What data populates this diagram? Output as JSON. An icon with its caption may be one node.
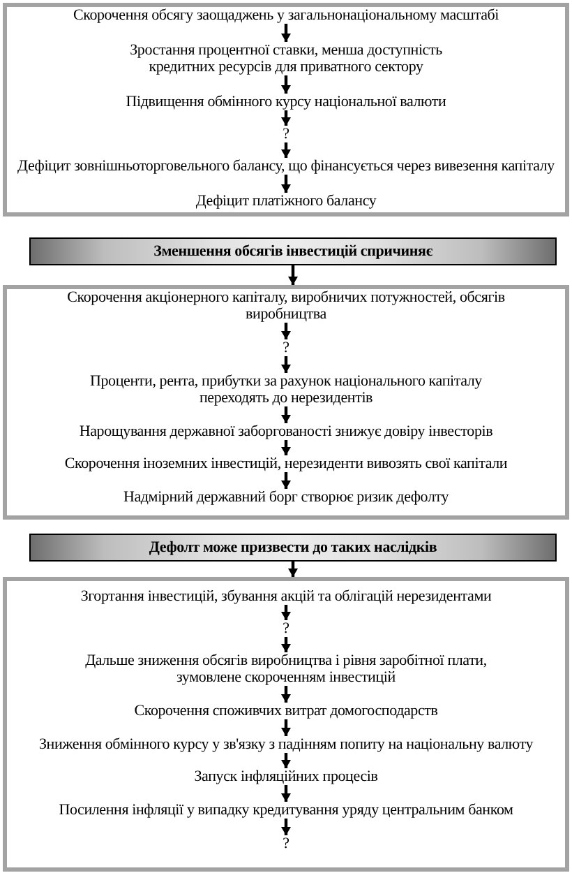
{
  "diagram": {
    "nodes": [
      {
        "text": [],
        "shape": "box"
      },
      {
        "text": [
          "Скорочення обсягу заощаджень у загальнонаціональному масштабі"
        ],
        "in": 0
      },
      {
        "text": [
          "Зростання процентної ставки, менша доступність кредитних ресурсів для приватного сектору"
        ],
        "in": 0
      },
      {
        "text": [
          "Підвищення обмінного курсу національної валюти"
        ],
        "in": 0
      },
      {
        "text": [
          "?"
        ],
        "in": 0
      },
      {
        "text": [
          "Дефіцит зовнішньоторговельного балансу, що фінансується через вивезення капіталу"
        ],
        "in": 0
      },
      {
        "text": [
          "Дефіцит платіжного балансу"
        ],
        "in": 0
      },
      {
        "text": [
          "Зменшення обсягів інвестицій спричиняє"
        ]
      },
      {
        "text": [],
        "shape": "box"
      },
      {
        "text": [
          "Скорочення акціонерного капіталу, виробничих потужностей, обсягів виробництва"
        ],
        "in": 8
      },
      {
        "text": [
          "?"
        ],
        "in": 8
      },
      {
        "text": [
          "Проценти, рента, прибутки за рахунок національного капіталу переходять до нерезидентів"
        ],
        "in": 8
      },
      {
        "text": [
          "Нарощування державної заборгованості знижує довіру інвесторів"
        ],
        "in": 8
      },
      {
        "text": [
          "Скорочення іноземних інвестицій, нерезиденти вивозять свої капітали"
        ],
        "in": 8
      },
      {
        "text": [
          "Надмірний державний борг створює ризик дефолту"
        ],
        "in": 8
      },
      {
        "text": [
          "Дефолт може призвести до таких наслідків"
        ]
      },
      {
        "text": [],
        "shape": "box"
      },
      {
        "text": [
          "Згортання інвестицій, збування акцій та облігацій нерезидентами"
        ],
        "in": 16
      },
      {
        "text": [
          "?"
        ],
        "in": 16
      },
      {
        "text": [
          "Дальше зниження обсягів виробництва і рівня заробітної плати, зумовлене скороченням інвестицій"
        ],
        "in": 16
      },
      {
        "text": [
          "Скорочення споживчих витрат домогосподарств"
        ],
        "in": 16
      },
      {
        "text": [
          "Зниження обмінного курсу у зв'язку з падінням попиту на національну валюту"
        ],
        "in": 16
      },
      {
        "text": [
          "Запуск інфляційних процесів"
        ],
        "in": 16
      },
      {
        "text": [
          "Посилення інфляції у випадку кредитування уряду центральним банком"
        ],
        "in": 16
      },
      {
        "text": [
          "?"
        ],
        "in": 16
      }
    ],
    "edges": [
      {
        "from": 1,
        "to": 2,
        "arrow": "to"
      },
      {
        "from": 2,
        "to": 3,
        "arrow": "to"
      },
      {
        "from": 3,
        "to": 4,
        "arrow": "to"
      },
      {
        "from": 4,
        "to": 5,
        "arrow": "to"
      },
      {
        "from": 5,
        "to": 6,
        "arrow": "to"
      },
      {
        "from": 7,
        "to": 8,
        "arrow": "to"
      },
      {
        "from": 9,
        "to": 10,
        "arrow": "to"
      },
      {
        "from": 10,
        "to": 11,
        "arrow": "to"
      },
      {
        "from": 11,
        "to": 12,
        "arrow": "to"
      },
      {
        "from": 12,
        "to": 13,
        "arrow": "to"
      },
      {
        "from": 13,
        "to": 14,
        "arrow": "to"
      },
      {
        "from": 15,
        "to": 16,
        "arrow": "to"
      },
      {
        "from": 17,
        "to": 18,
        "arrow": "to"
      },
      {
        "from": 18,
        "to": 19,
        "arrow": "to"
      },
      {
        "from": 19,
        "to": 20,
        "arrow": "to"
      },
      {
        "from": 20,
        "to": 21,
        "arrow": "to"
      },
      {
        "from": 21,
        "to": 22,
        "arrow": "to"
      },
      {
        "from": 22,
        "to": 23,
        "arrow": "to"
      },
      {
        "from": 23,
        "to": 24,
        "arrow": "to"
      }
    ]
  }
}
